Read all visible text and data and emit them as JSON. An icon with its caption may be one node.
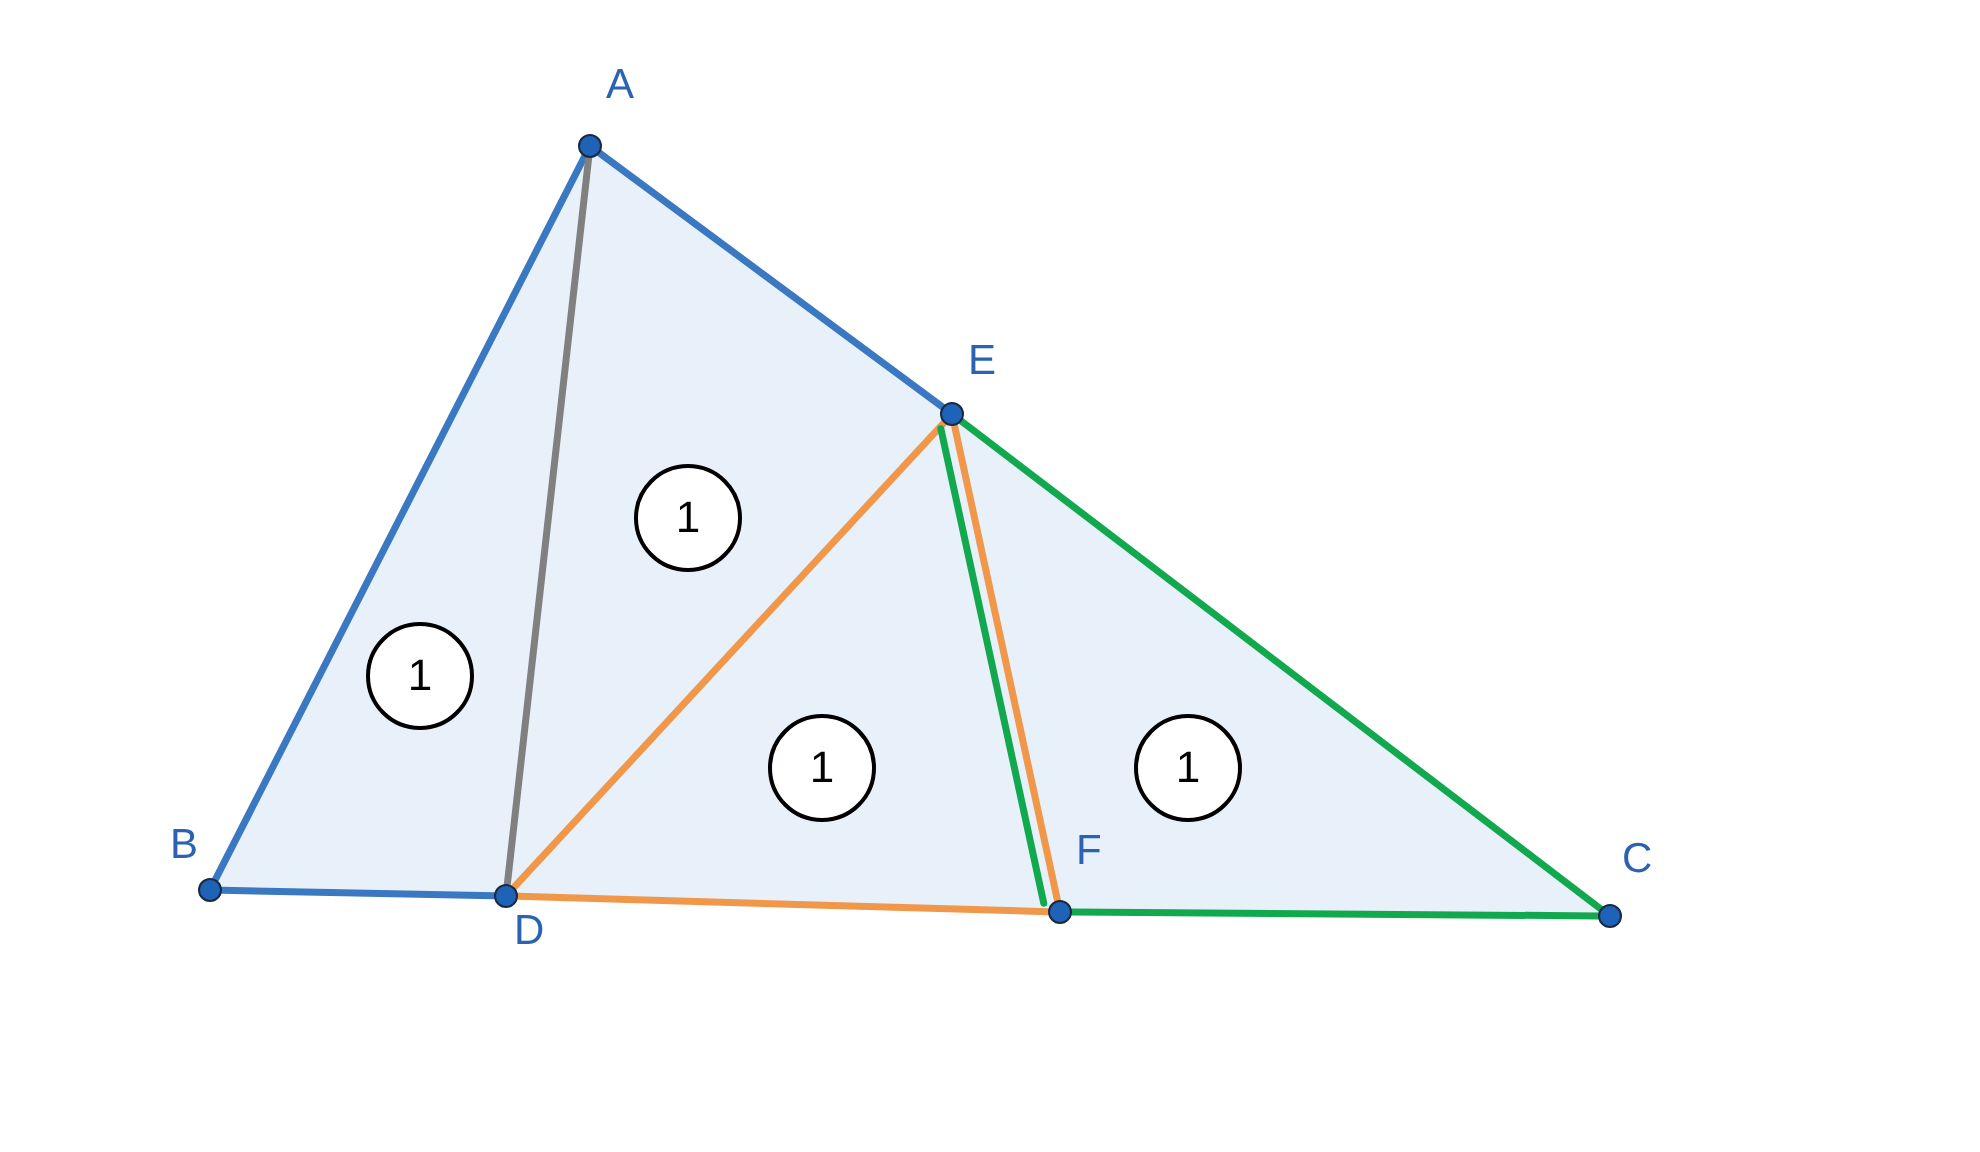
{
  "diagram": {
    "nodes": [
      {
        "text": [
          "A"
        ]
      },
      {
        "text": [
          "B"
        ]
      },
      {
        "text": [
          "C"
        ]
      },
      {
        "text": [
          "D"
        ]
      },
      {
        "text": [
          "E"
        ]
      },
      {
        "text": [
          "F"
        ]
      },
      {
        "text": [
          "1"
        ]
      },
      {
        "text": [
          "1"
        ]
      },
      {
        "text": [
          "1"
        ]
      },
      {
        "text": [
          "1"
        ]
      }
    ],
    "edges": [
      {
        "from": 0,
        "to": 1,
        "arrow": "none"
      },
      {
        "from": 1,
        "to": 3,
        "arrow": "none"
      },
      {
        "from": 0,
        "to": 4,
        "arrow": "none"
      },
      {
        "from": 0,
        "to": 3,
        "arrow": "none",
        "color": "#808080"
      },
      {
        "from": 3,
        "to": 4,
        "arrow": "none",
        "color": "#f0974a"
      },
      {
        "from": 4,
        "to": 5,
        "arrow": "none",
        "color": "#f0974a"
      },
      {
        "from": 3,
        "to": 5,
        "arrow": "none",
        "color": "#f0974a"
      },
      {
        "from": 4,
        "to": 5,
        "arrow": "none",
        "color": "#11a84e"
      },
      {
        "from": 5,
        "to": 2,
        "arrow": "none",
        "color": "#11a84e"
      },
      {
        "from": 2,
        "to": 4,
        "arrow": "none",
        "color": "#11a84e"
      }
    ]
  }
}
